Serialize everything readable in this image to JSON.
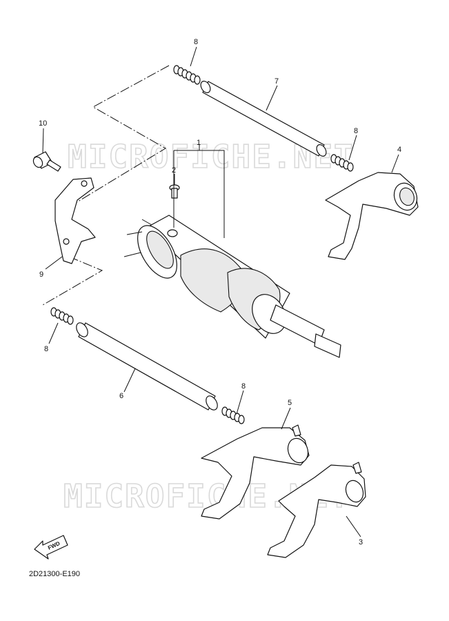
{
  "diagram": {
    "watermark": "MICROFICHE.NET",
    "drawing_code": "2D21300-E190",
    "fwd_label": "FWD",
    "callouts": {
      "c1": "1",
      "c2": "2",
      "c3": "3",
      "c4": "4",
      "c5": "5",
      "c6": "6",
      "c7": "7",
      "c8a": "8",
      "c8b": "8",
      "c8c": "8",
      "c8d": "8",
      "c9": "9",
      "c10": "10"
    }
  }
}
